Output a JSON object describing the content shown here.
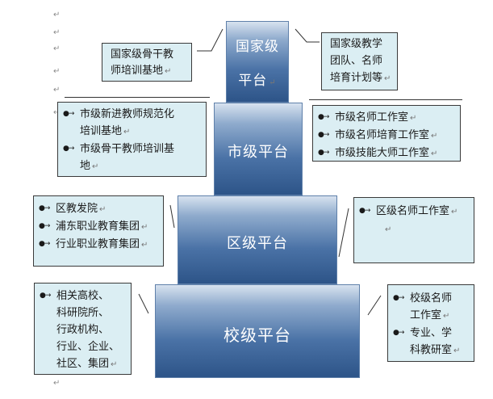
{
  "pyramid": {
    "national": {
      "line1": "国家级",
      "line2": "平台"
    },
    "city": "市级平台",
    "district": "区级平台",
    "school": "校级平台"
  },
  "national": {
    "left_note": [
      "国家级骨干教",
      "师培训基地"
    ],
    "right_note": [
      "国家级教学",
      "团队、名师",
      "培育计划等"
    ]
  },
  "city": {
    "left_items": [
      "市级新进教师规范化",
      "培训基地",
      "市级骨干教师培训基",
      "地"
    ],
    "right_items": [
      "市级名师工作室",
      "市级名师培育工作室",
      "市级技能大师工作室"
    ]
  },
  "district": {
    "left_items": [
      "区教发院",
      "浦东职业教育集团",
      "行业职业教育集团"
    ],
    "right_items": [
      "区级名师工作室"
    ]
  },
  "school": {
    "left_items": [
      "相关高校、",
      "科研院所、",
      "行政机构、",
      "行业、企业、",
      "社区、集团"
    ],
    "right_items": [
      "校级名师",
      "工作室",
      "专业、学",
      "科教研室"
    ]
  },
  "marks": {
    "para": "↵",
    "arrow": "↵"
  }
}
